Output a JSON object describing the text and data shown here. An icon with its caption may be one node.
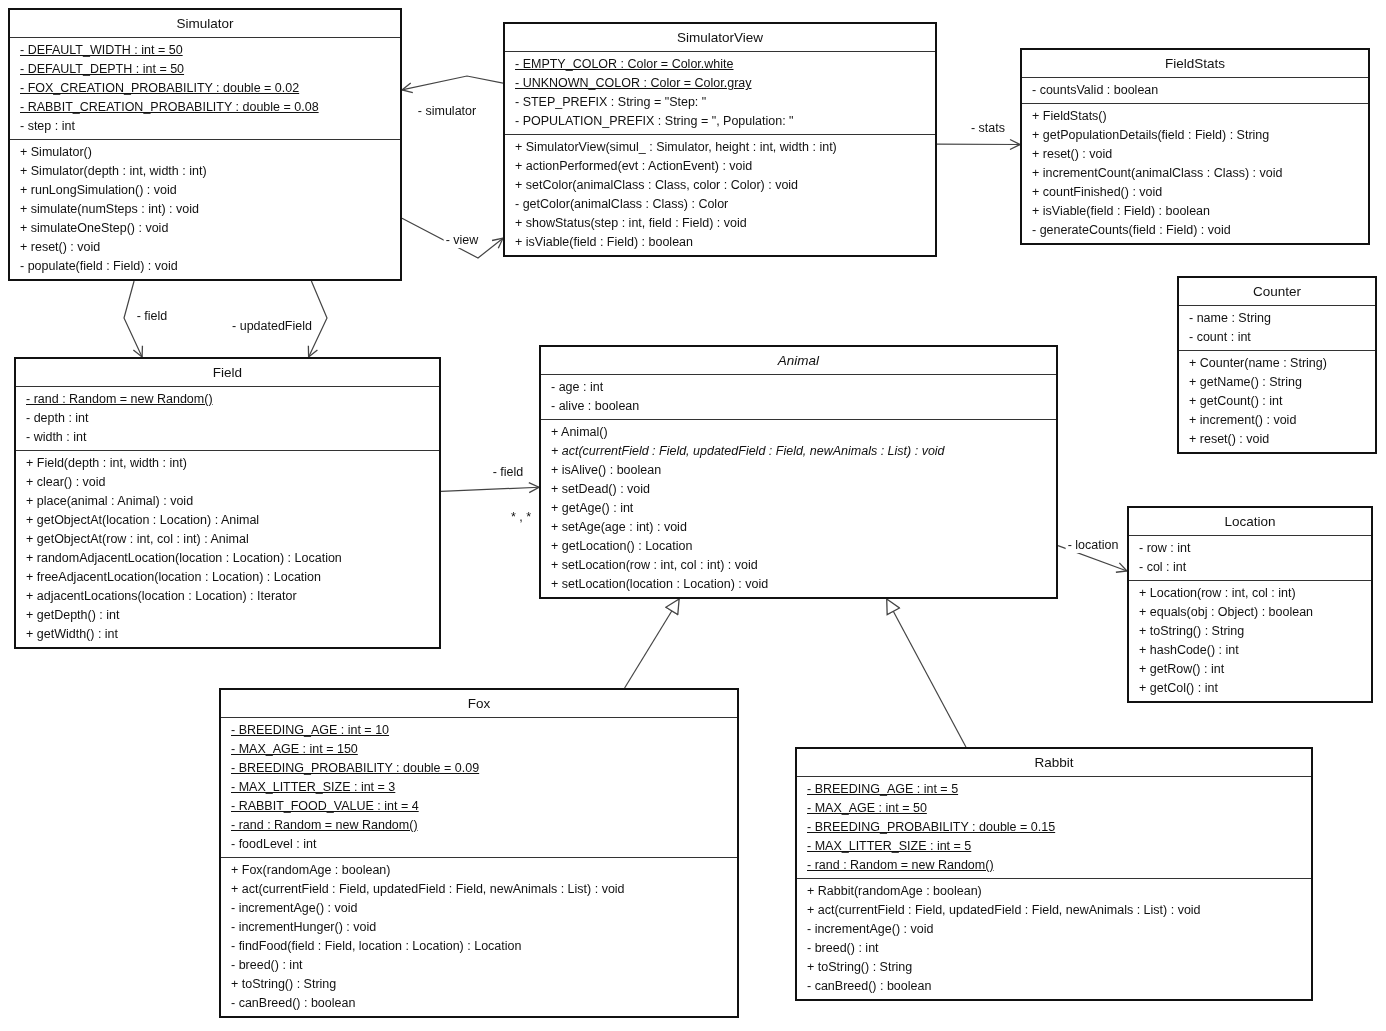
{
  "diagram": {
    "nodes": [
      {
        "text": [
          "Simulator",
          "- DEFAULT_WIDTH : int = 50",
          "- DEFAULT_DEPTH : int = 50",
          "- FOX_CREATION_PROBABILITY : double = 0.02",
          "- RABBIT_CREATION_PROBABILITY : double = 0.08",
          "- step : int",
          "+ Simulator()",
          "+ Simulator(depth : int, width : int)",
          "+ runLongSimulation() : void",
          "+ simulate(numSteps : int) : void",
          "+ simulateOneStep() : void",
          "+ reset() : void",
          "- populate(field : Field) : void"
        ]
      },
      {
        "text": [
          "SimulatorView",
          "- EMPTY_COLOR : Color = Color.white",
          "- UNKNOWN_COLOR : Color = Color.gray",
          "- STEP_PREFIX : String = \"Step: \"",
          "- POPULATION_PREFIX : String = \", Population: \"",
          "+ SimulatorView(simul_ : Simulator, height : int, width : int)",
          "+ actionPerformed(evt : ActionEvent) : void",
          "+ setColor(animalClass : Class, color : Color) : void",
          "- getColor(animalClass : Class) : Color",
          "+ showStatus(step : int, field : Field) : void",
          "+ isViable(field : Field) : boolean"
        ]
      },
      {
        "text": [
          "FieldStats",
          "- countsValid : boolean",
          "+ FieldStats()",
          "+ getPopulationDetails(field : Field) : String",
          "+ reset() : void",
          "+ incrementCount(animalClass : Class) : void",
          "+ countFinished() : void",
          "+ isViable(field : Field) : boolean",
          "- generateCounts(field : Field) : void"
        ]
      },
      {
        "text": [
          "Counter",
          "- name : String",
          "- count : int",
          "+ Counter(name : String)",
          "+ getName() : String",
          "+ getCount() : int",
          "+ increment() : void",
          "+ reset() : void"
        ]
      },
      {
        "text": [
          "Field",
          "- rand : Random = new Random()",
          "- depth : int",
          "- width : int",
          "+ Field(depth : int, width : int)",
          "+ clear() : void",
          "+ place(animal : Animal) : void",
          "+ getObjectAt(location : Location) : Animal",
          "+ getObjectAt(row : int, col : int) : Animal",
          "+ randomAdjacentLocation(location : Location) : Location",
          "+ freeAdjacentLocation(location : Location) : Location",
          "+ adjacentLocations(location : Location) : Iterator",
          "+ getDepth() : int",
          "+ getWidth() : int"
        ]
      },
      {
        "text": [
          "Animal",
          "- age : int",
          "- alive : boolean",
          "+ Animal()",
          "+ act(currentField : Field, updatedField : Field, newAnimals : List) : void",
          "+ isAlive() : boolean",
          "+ setDead() : void",
          "+ getAge() : int",
          "+ setAge(age : int) : void",
          "+ getLocation() : Location",
          "+ setLocation(row : int, col : int) : void",
          "+ setLocation(location : Location) : void"
        ]
      },
      {
        "text": [
          "Location",
          "- row : int",
          "- col : int",
          "+ Location(row : int, col : int)",
          "+ equals(obj : Object) : boolean",
          "+ toString() : String",
          "+ hashCode() : int",
          "+ getRow() : int",
          "+ getCol() : int"
        ]
      },
      {
        "text": [
          "Fox",
          "- BREEDING_AGE : int = 10",
          "- MAX_AGE : int = 150",
          "- BREEDING_PROBABILITY : double = 0.09",
          "- MAX_LITTER_SIZE : int = 3",
          "- RABBIT_FOOD_VALUE : int = 4",
          "- rand : Random = new Random()",
          "- foodLevel : int",
          "+ Fox(randomAge : boolean)",
          "+ act(currentField : Field, updatedField : Field, newAnimals : List) : void",
          "- incrementAge() : void",
          "- incrementHunger() : void",
          "- findFood(field : Field, location : Location) : Location",
          "- breed() : int",
          "+ toString() : String",
          "- canBreed() : boolean"
        ]
      },
      {
        "text": [
          "Rabbit",
          "- BREEDING_AGE : int = 5",
          "- MAX_AGE : int = 50",
          "- BREEDING_PROBABILITY : double = 0.15",
          "- MAX_LITTER_SIZE : int = 5",
          "- rand : Random = new Random()",
          "+ Rabbit(randomAge : boolean)",
          "+ act(currentField : Field, updatedField : Field, newAnimals : List) : void",
          "- incrementAge() : void",
          "- breed() : int",
          "+ toString() : String",
          "- canBreed() : boolean"
        ]
      }
    ],
    "edges": [
      {
        "from": 1,
        "to": 0,
        "arrow": "to",
        "label": "- simulator"
      },
      {
        "from": 0,
        "to": 1,
        "arrow": "to",
        "label": "- view"
      },
      {
        "from": 1,
        "to": 2,
        "arrow": "to",
        "label": "- stats"
      },
      {
        "from": 0,
        "to": 4,
        "arrow": "to",
        "label": "- field"
      },
      {
        "from": 0,
        "to": 4,
        "arrow": "to",
        "label": "- updatedField"
      },
      {
        "from": 4,
        "to": 5,
        "arrow": "to",
        "label": "- field"
      },
      {
        "from": 5,
        "to": 6,
        "arrow": "to",
        "label": "- location"
      },
      {
        "from": 7,
        "to": 5,
        "arrow": "to"
      },
      {
        "from": 8,
        "to": 5,
        "arrow": "to"
      }
    ],
    "labels": [
      "* , *"
    ]
  }
}
